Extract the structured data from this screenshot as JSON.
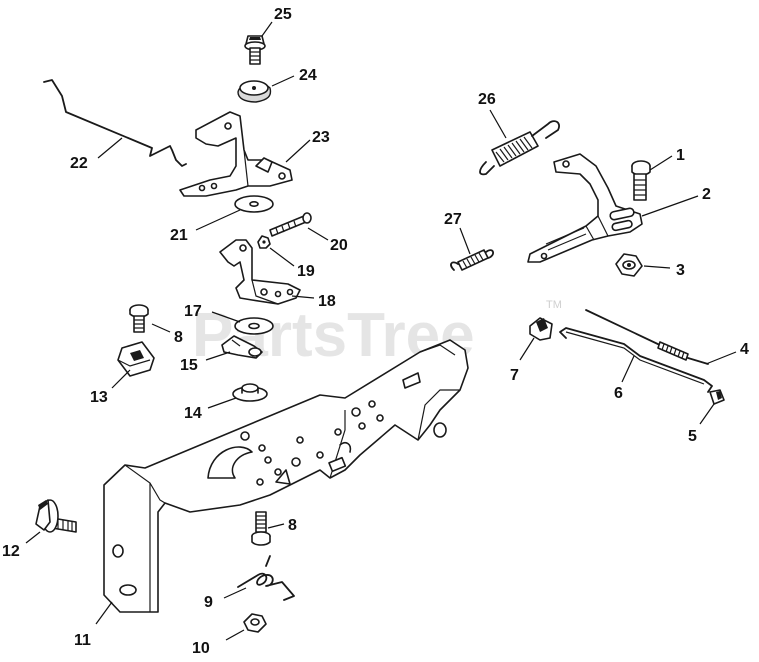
{
  "watermark": {
    "text": "PartsTree",
    "mark": "TM"
  },
  "callouts": [
    {
      "id": "1",
      "label": "1"
    },
    {
      "id": "2",
      "label": "2"
    },
    {
      "id": "3",
      "label": "3"
    },
    {
      "id": "4",
      "label": "4"
    },
    {
      "id": "5",
      "label": "5"
    },
    {
      "id": "6",
      "label": "6"
    },
    {
      "id": "7",
      "label": "7"
    },
    {
      "id": "8a",
      "label": "8"
    },
    {
      "id": "8b",
      "label": "8"
    },
    {
      "id": "9",
      "label": "9"
    },
    {
      "id": "10",
      "label": "10"
    },
    {
      "id": "11",
      "label": "11"
    },
    {
      "id": "12",
      "label": "12"
    },
    {
      "id": "13",
      "label": "13"
    },
    {
      "id": "14",
      "label": "14"
    },
    {
      "id": "15",
      "label": "15"
    },
    {
      "id": "17",
      "label": "17"
    },
    {
      "id": "18",
      "label": "18"
    },
    {
      "id": "19",
      "label": "19"
    },
    {
      "id": "20",
      "label": "20"
    },
    {
      "id": "21",
      "label": "21"
    },
    {
      "id": "22",
      "label": "22"
    },
    {
      "id": "23",
      "label": "23"
    },
    {
      "id": "24",
      "label": "24"
    },
    {
      "id": "25",
      "label": "25"
    },
    {
      "id": "26",
      "label": "26"
    },
    {
      "id": "27",
      "label": "27"
    }
  ]
}
